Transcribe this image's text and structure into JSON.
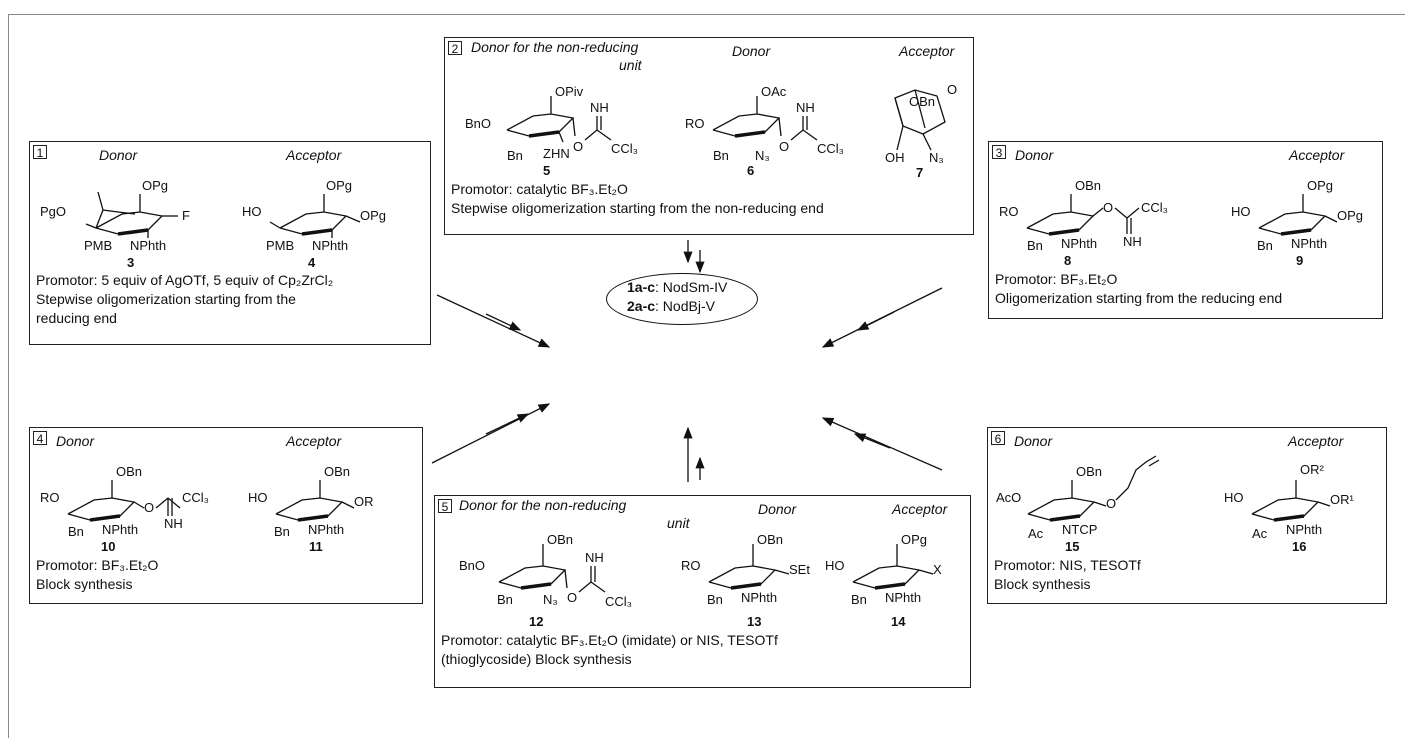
{
  "target": {
    "line1_bold": "1a-c",
    "line1_rest": ": NodSm-IV",
    "line2_bold": "2a-c",
    "line2_rest": ": NodBj-V"
  },
  "boxes": [
    {
      "number": "1",
      "donor_header": "Donor",
      "acceptor_header": "Acceptor",
      "donor_compound": "3",
      "acceptor_compound": "4",
      "donor_labels": {
        "pg1": "OPg",
        "pg2": "PgO",
        "pmb": "PMB",
        "f": "F",
        "nphth": "NPhth"
      },
      "acceptor_labels": {
        "pg1": "OPg",
        "ho": "HO",
        "pmb": "PMB",
        "pg3": "OPg",
        "nphth": "NPhth"
      },
      "promotor": "Promotor: 5 equiv of AgOTf, 5 equiv of Cp₂ZrCl₂",
      "note": "Stepwise oligomerization starting from the",
      "note2": "reducing end"
    },
    {
      "number": "2",
      "donor_header": "Donor for the non-reducing",
      "donor_header2": "unit",
      "donor2_header": "Donor",
      "acceptor_header": "Acceptor",
      "compounds": [
        "5",
        "6",
        "7"
      ],
      "labels5": {
        "opiv": "OPiv",
        "bno": "BnO",
        "bn": "Bn",
        "zhn": "ZHN",
        "o": "O",
        "nh": "NH",
        "ccl3": "CCl₃"
      },
      "labels6": {
        "oac": "OAc",
        "ro": "RO",
        "bn": "Bn",
        "n3": "N₃",
        "o": "O",
        "nh": "NH",
        "ccl3": "CCl₃"
      },
      "labels7": {
        "obn": "OBn",
        "o": "O",
        "oh": "OH",
        "n3": "N₃"
      },
      "promotor": "Promotor: catalytic BF₃.Et₂O",
      "note": "Stepwise oligomerization starting from the non-reducing end"
    },
    {
      "number": "3",
      "donor_header": "Donor",
      "acceptor_header": "Acceptor",
      "compounds": [
        "8",
        "9"
      ],
      "labels8": {
        "obn": "OBn",
        "ro": "RO",
        "bn": "Bn",
        "nphth": "NPhth",
        "o": "O",
        "nh": "NH",
        "ccl3": "CCl₃"
      },
      "labels9": {
        "opg": "OPg",
        "ho": "HO",
        "bn": "Bn",
        "nphth": "NPhth",
        "opg2": "OPg"
      },
      "promotor": "Promotor: BF₃.Et₂O",
      "note": "Oligomerization starting from the reducing end"
    },
    {
      "number": "4",
      "donor_header": "Donor",
      "acceptor_header": "Acceptor",
      "compounds": [
        "10",
        "11"
      ],
      "labels10": {
        "obn": "OBn",
        "ro": "RO",
        "bn": "Bn",
        "nphth": "NPhth",
        "o": "O",
        "nh": "NH",
        "ccl3": "CCl₃"
      },
      "labels11": {
        "obn": "OBn",
        "ho": "HO",
        "bn": "Bn",
        "nphth": "NPhth",
        "or": "OR"
      },
      "promotor": "Promotor: BF₃.Et₂O",
      "note": "Block synthesis"
    },
    {
      "number": "5",
      "donor_header": "Donor for the non-reducing",
      "donor_header2": "unit",
      "donor2_header": "Donor",
      "acceptor_header": "Acceptor",
      "compounds": [
        "12",
        "13",
        "14"
      ],
      "labels12": {
        "obn": "OBn",
        "bno": "BnO",
        "bn": "Bn",
        "n3": "N₃",
        "o": "O",
        "nh": "NH",
        "ccl3": "CCl₃"
      },
      "labels13": {
        "obn": "OBn",
        "ro": "RO",
        "bn": "Bn",
        "nphth": "NPhth",
        "set": "SEt"
      },
      "labels14": {
        "opg": "OPg",
        "ho": "HO",
        "bn": "Bn",
        "nphth": "NPhth",
        "x": "X"
      },
      "promotor": "Promotor: catalytic BF₃.Et₂O (imidate) or NIS, TESOTf",
      "note": "(thioglycoside) Block synthesis"
    },
    {
      "number": "6",
      "donor_header": "Donor",
      "acceptor_header": "Acceptor",
      "compounds": [
        "15",
        "16"
      ],
      "labels15": {
        "obn": "OBn",
        "aco": "AcO",
        "ac": "Ac",
        "ntcp": "NTCP",
        "o": "O"
      },
      "labels16": {
        "or2": "OR²",
        "ho": "HO",
        "ac": "Ac",
        "nphth": "NPhth",
        "or1": "OR¹"
      },
      "promotor": "Promotor: NIS, TESOTf",
      "note": "Block synthesis"
    }
  ]
}
